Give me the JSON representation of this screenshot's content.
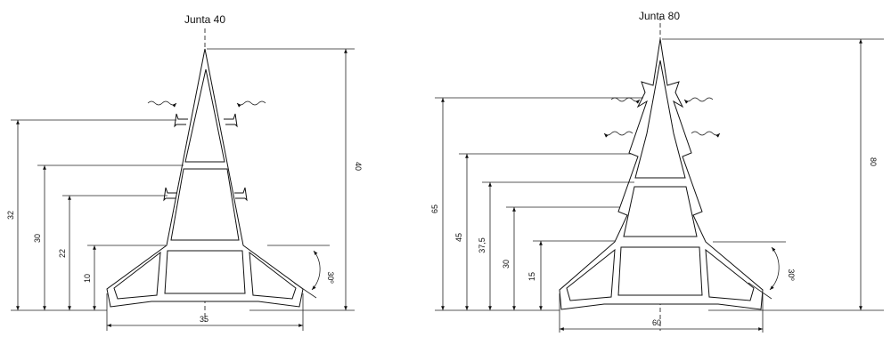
{
  "joint_40": {
    "title": "Junta 40",
    "height_label": "40",
    "base_width_label": "35",
    "angle_label": "30º",
    "level_labels": [
      "32",
      "30",
      "22",
      "10"
    ]
  },
  "joint_80": {
    "title": "Junta 80",
    "height_label": "80",
    "base_width_label": "60",
    "angle_label": "30º",
    "level_labels": [
      "65",
      "45",
      "37,5",
      "30",
      "15"
    ]
  },
  "colors": {
    "line": "#111111",
    "background": "#ffffff"
  }
}
